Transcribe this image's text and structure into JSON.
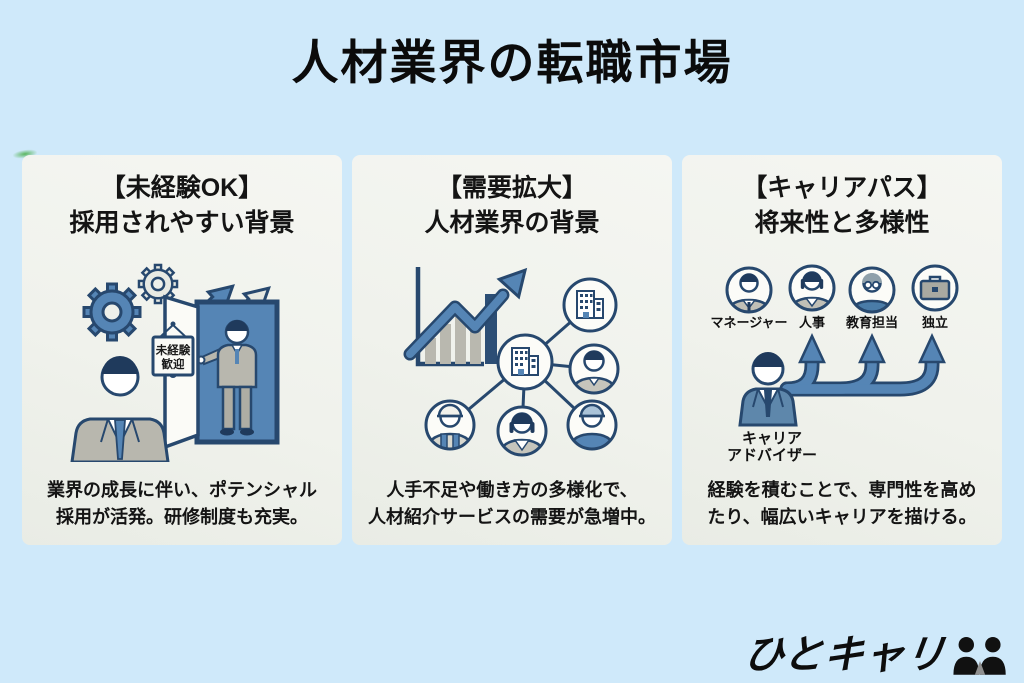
{
  "page": {
    "title": "人材業界の転職市場"
  },
  "colors": {
    "background": "#cfe9fa",
    "card_background": "#f0f2ec",
    "accent_blue": "#5585b5",
    "outline_navy": "#27486e",
    "suit_grey": "#b8b7ae",
    "dark_navy_bar": "#2c4e75",
    "text": "#141414"
  },
  "cards": [
    {
      "title_line1": "【未経験OK】",
      "title_line2": "採用されやすい背景",
      "description_line1": "業界の成長に伴い、ポテンシャル",
      "description_line2": "採用が活発。研修制度も充実。",
      "illustration": {
        "icons": [
          "gear-icon",
          "growth-arrows-icon",
          "open-door-icon",
          "welcome-sign-icon",
          "greeter-businessman-icon",
          "job-seeker-businessman-icon"
        ],
        "sign_line1": "未経験",
        "sign_line2": "歓迎"
      }
    },
    {
      "title_line1": "【需要拡大】",
      "title_line2": "人材業界の背景",
      "description_line1": "人手不足や働き方の多様化で、",
      "description_line2": "人材紹介サービスの需要が急増中。",
      "illustration": {
        "icons": [
          "bar-chart-icon",
          "growth-arrow-icon",
          "company-building-icon",
          "office-building-icon",
          "businessman-icon",
          "construction-worker-icon",
          "businesswoman-icon",
          "engineer-icon",
          "network-lines"
        ]
      }
    },
    {
      "title_line1": "【キャリアパス】",
      "title_line2": "将来性と多様性",
      "description_line1": "経験を積むことで、専門性を高め",
      "description_line2": "たり、幅広いキャリアを描ける。",
      "illustration": {
        "path_labels": [
          "マネージャー",
          "人事",
          "教育担当",
          "独立"
        ],
        "source_label_line1": "キャリア",
        "source_label_line2": "アドバイザー",
        "icons": [
          "manager-icon",
          "hr-person-icon",
          "educator-icon",
          "briefcase-icon",
          "career-advisor-icon",
          "branching-arrows-icon"
        ]
      }
    }
  ],
  "logo": {
    "text": "ひとキャリ",
    "icon": "two-people-icon"
  }
}
